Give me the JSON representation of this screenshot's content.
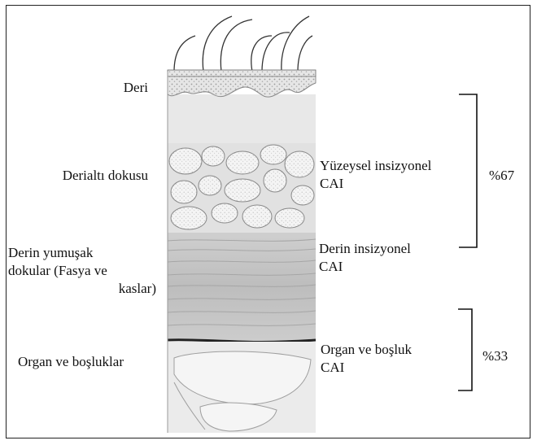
{
  "layers": {
    "deri": "Deri",
    "derialti": "Derialtı dokusu",
    "derin_line1": "Derin yumuşak",
    "derin_line2": "dokular (Fasya ve",
    "derin_line3": "kaslar)",
    "organ": "Organ ve boşluklar"
  },
  "cai": {
    "yuzeysel_line1": "Yüzeysel insizyonel",
    "yuzeysel_line2": "CAI",
    "derin_line1": "Derin insizyonel",
    "derin_line2": "CAI",
    "organ_line1": "Organ ve boşluk",
    "organ_line2": "CAI"
  },
  "percent": {
    "top": "%67",
    "bottom": "%33"
  }
}
